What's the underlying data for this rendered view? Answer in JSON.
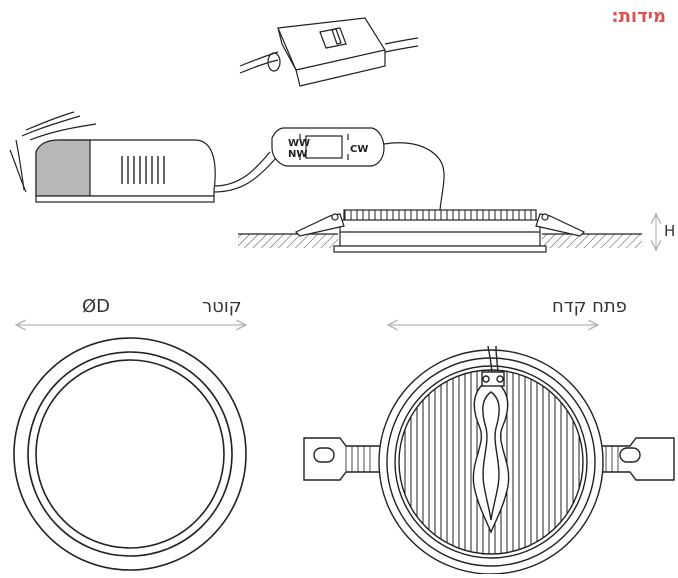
{
  "title": "מידות:",
  "labels": {
    "ww": "WW",
    "nw": "NW",
    "cw": "CW",
    "height": "H",
    "diameter_symbol": "ØD",
    "diameter_word": "קוטר",
    "cutout": "פתח קדח"
  },
  "colors": {
    "title": "#d9534f",
    "line": "#222222",
    "arrow": "#b5b5b5",
    "driver_cap": "#b8b8b8"
  }
}
